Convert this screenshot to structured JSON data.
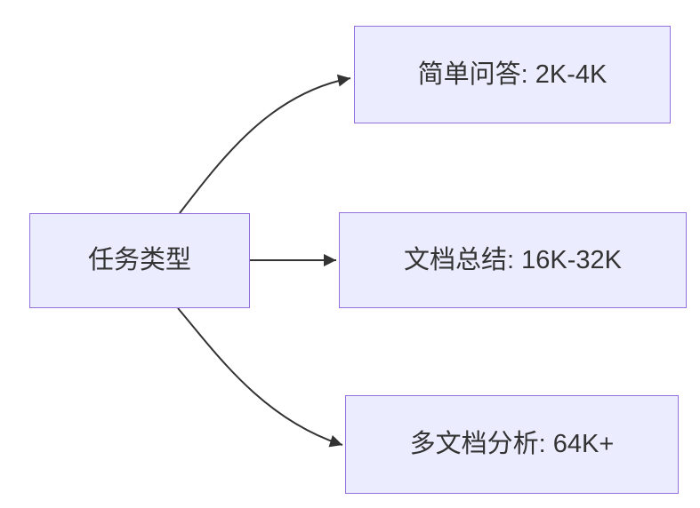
{
  "diagram": {
    "type": "flowchart-lr",
    "background_color": "#ffffff",
    "node_fill_color": "#ECECFF",
    "node_border_color": "#9370DB",
    "edge_color": "#333333",
    "text_color": "#333333",
    "nodes": [
      {
        "id": "task-type",
        "label": "任务类型"
      },
      {
        "id": "simple-qa",
        "label": "简单问答: 2K-4K"
      },
      {
        "id": "doc-summary",
        "label": "文档总结: 16K-32K"
      },
      {
        "id": "multi-doc-analysis",
        "label": "多文档分析: 64K+"
      }
    ],
    "edges": [
      {
        "from": "task-type",
        "to": "simple-qa"
      },
      {
        "from": "task-type",
        "to": "doc-summary"
      },
      {
        "from": "task-type",
        "to": "multi-doc-analysis"
      }
    ]
  }
}
